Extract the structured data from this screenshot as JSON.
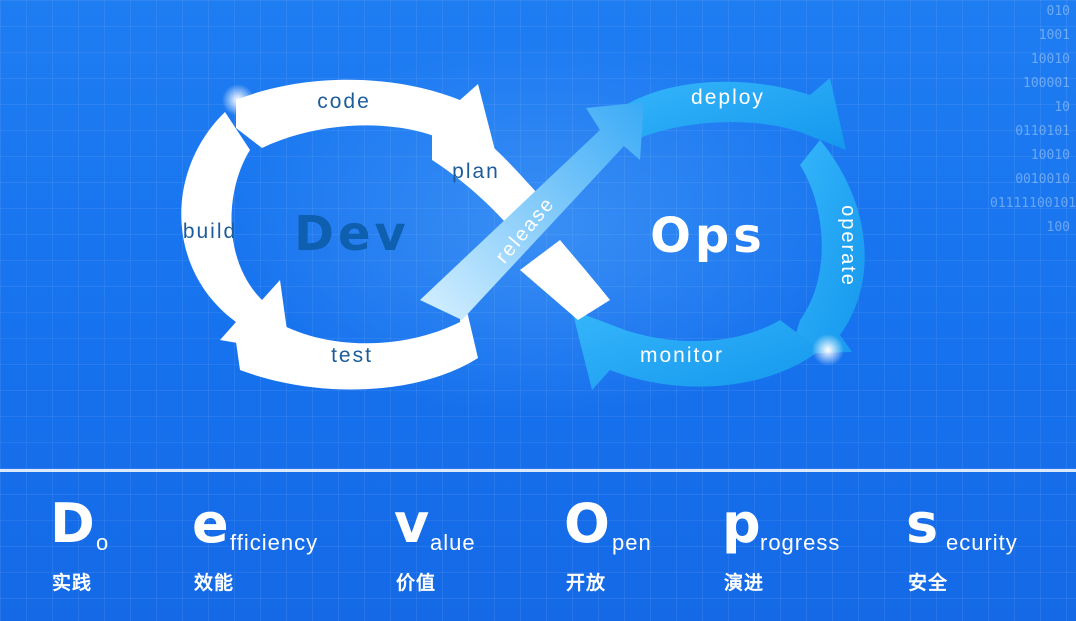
{
  "diagram": {
    "left_word": "Dev",
    "right_word": "Ops",
    "stages": {
      "code": "code",
      "plan": "plan",
      "build": "build",
      "test": "test",
      "release": "release",
      "deploy": "deploy",
      "operate": "operate",
      "monitor": "monitor"
    },
    "colors": {
      "background": "#1a74ef",
      "left_loop": "#ffffff",
      "right_loop": "#22a6f5",
      "dev_text": "#0f5fb0",
      "stage_text_left": "#1d5c9a"
    }
  },
  "binary_lines": [
    "010",
    "1001",
    "10010",
    "100001",
    "10",
    "0110101",
    "10010",
    "0010010",
    "01111100101",
    "100"
  ],
  "acronym": [
    {
      "letter": "D",
      "rest": "o",
      "cn": "实践"
    },
    {
      "letter": "e",
      "rest": "fficiency",
      "cn": "效能"
    },
    {
      "letter": "v",
      "rest": "alue",
      "cn": "价值"
    },
    {
      "letter": "O",
      "rest": "pen",
      "cn": "开放"
    },
    {
      "letter": "p",
      "rest": "rogress",
      "cn": "演进"
    },
    {
      "letter": "s",
      "rest": "ecurity",
      "cn": "安全"
    }
  ]
}
